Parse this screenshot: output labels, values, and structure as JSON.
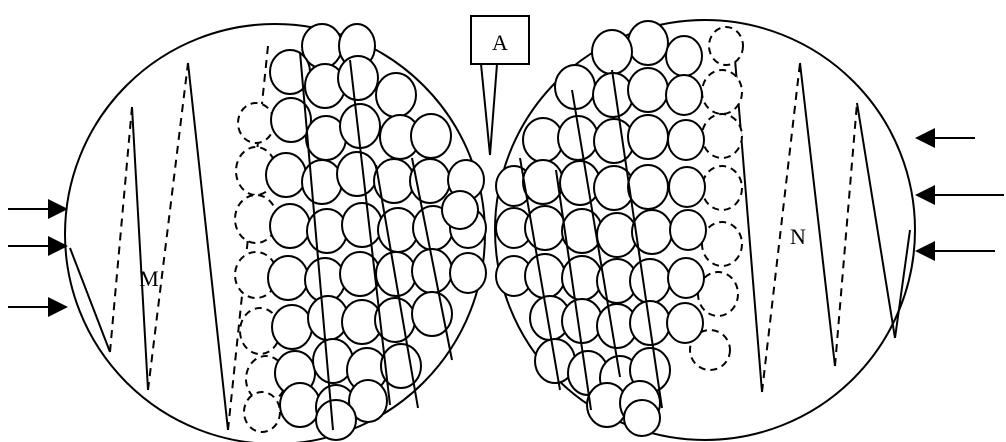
{
  "labels": {
    "callout": "A",
    "left_body": "M",
    "right_body": "N"
  },
  "colors": {
    "stroke": "#000000",
    "fill": "#ffffff"
  }
}
